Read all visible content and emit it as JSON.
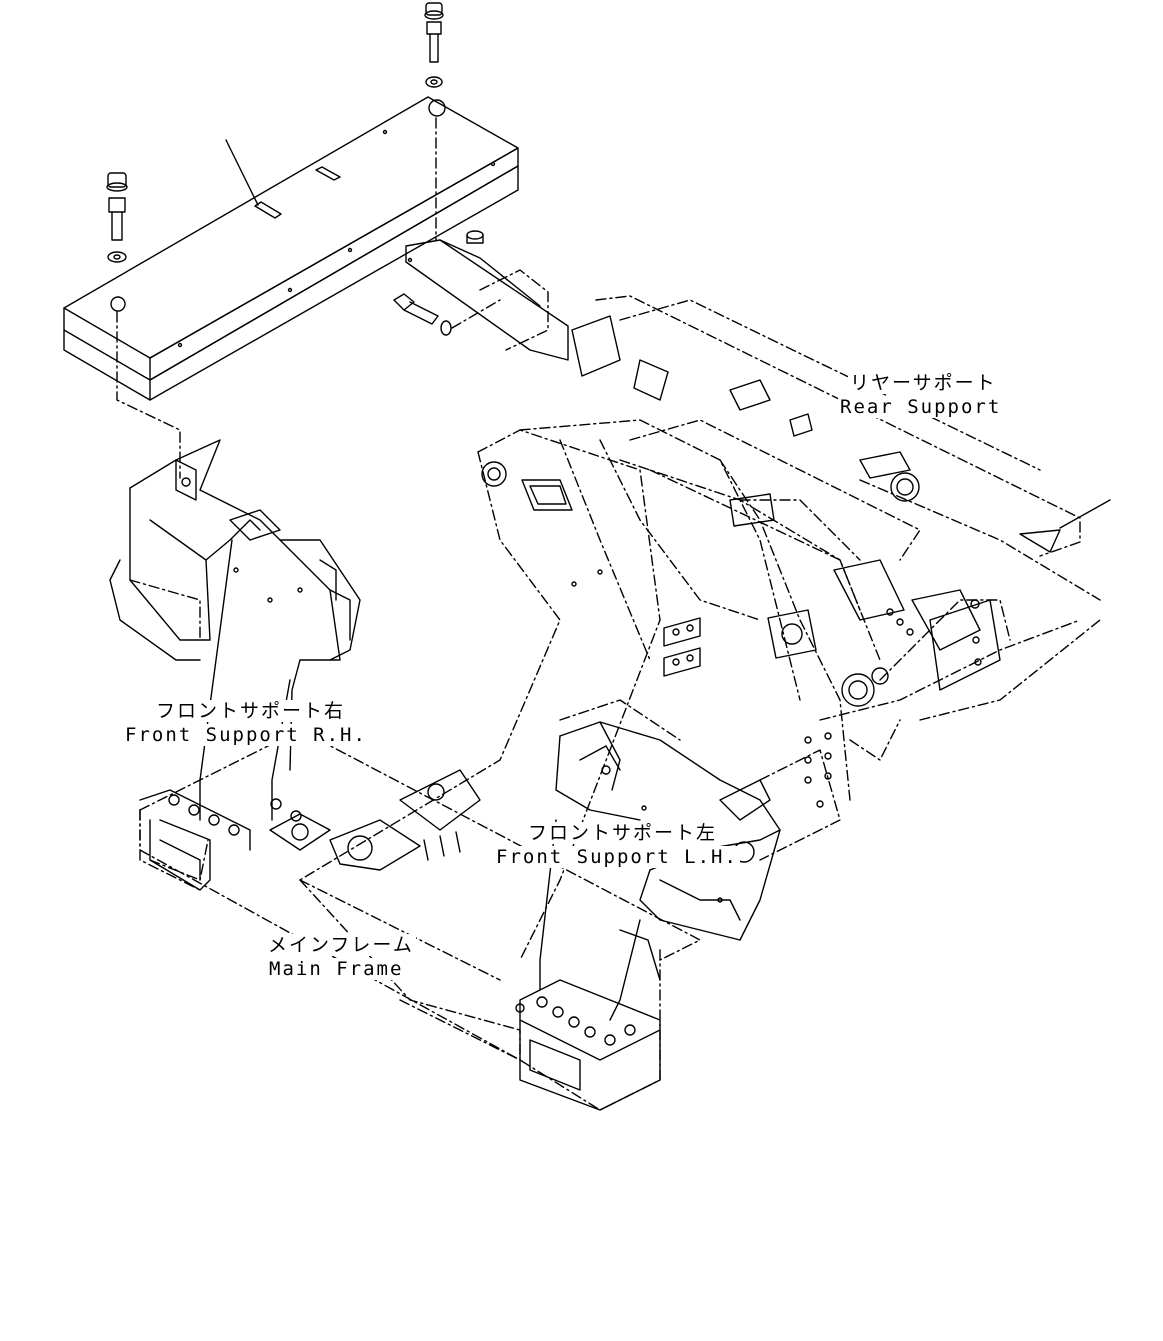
{
  "labels": {
    "rear_support_jp": "リヤーサポート",
    "rear_support_en": "Rear Support",
    "front_support_rh_jp": "フロントサポート右",
    "front_support_rh_en": "Front Support R.H.",
    "front_support_lh_jp": "フロントサポート左",
    "front_support_lh_en": "Front Support L.H.",
    "main_frame_jp": "メインフレーム",
    "main_frame_en": "Main Frame"
  },
  "colors": {
    "line": "#000000",
    "background": "#ffffff"
  }
}
